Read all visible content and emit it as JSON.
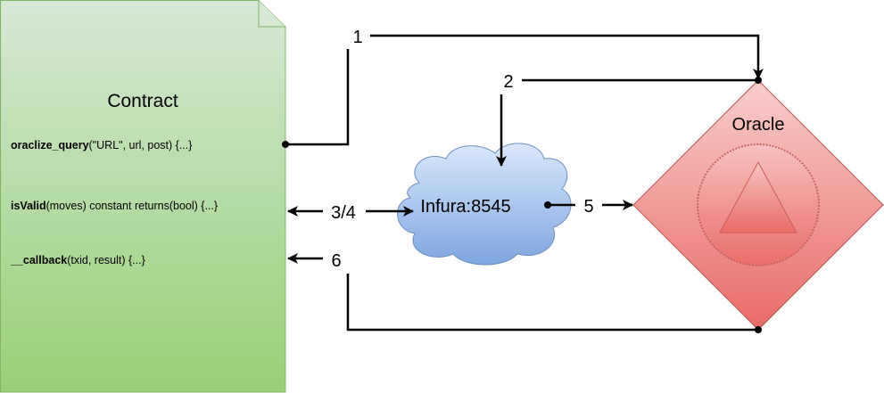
{
  "diagram": {
    "contract": {
      "title": "Contract",
      "methods": [
        {
          "name": "oraclize_query",
          "signature": "(\"URL\", url, post) {...}"
        },
        {
          "name": "isValid",
          "signature": "(moves) constant returns(bool) {...}"
        },
        {
          "name": "__callback",
          "signature": "(txid, result) {...}"
        }
      ],
      "fill_top": "#d5e8d4",
      "fill_bottom": "#97d077",
      "stroke": "#82b366"
    },
    "cloud": {
      "label": "Infura:8545",
      "fill_top": "#dae8fc",
      "fill_bottom": "#7ea6e0",
      "stroke": "#6c8ebf"
    },
    "oracle": {
      "label": "Oracle",
      "icon": "triangle-in-circle-icon",
      "fill_top": "#f8cecc",
      "fill_bottom": "#ea6b66",
      "stroke": "#b85450"
    },
    "edges": [
      {
        "id": "1",
        "label": "1",
        "from": "oraclize_query",
        "to": "Oracle"
      },
      {
        "id": "2",
        "label": "2",
        "from": "Oracle",
        "to": "Infura:8545"
      },
      {
        "id": "3/4",
        "label": "3/4",
        "from": "isValid",
        "to": "Infura:8545",
        "bidirectional": true
      },
      {
        "id": "5",
        "label": "5",
        "from": "Infura:8545",
        "to": "Oracle"
      },
      {
        "id": "6",
        "label": "6",
        "from": "Oracle",
        "to": "__callback"
      }
    ]
  }
}
